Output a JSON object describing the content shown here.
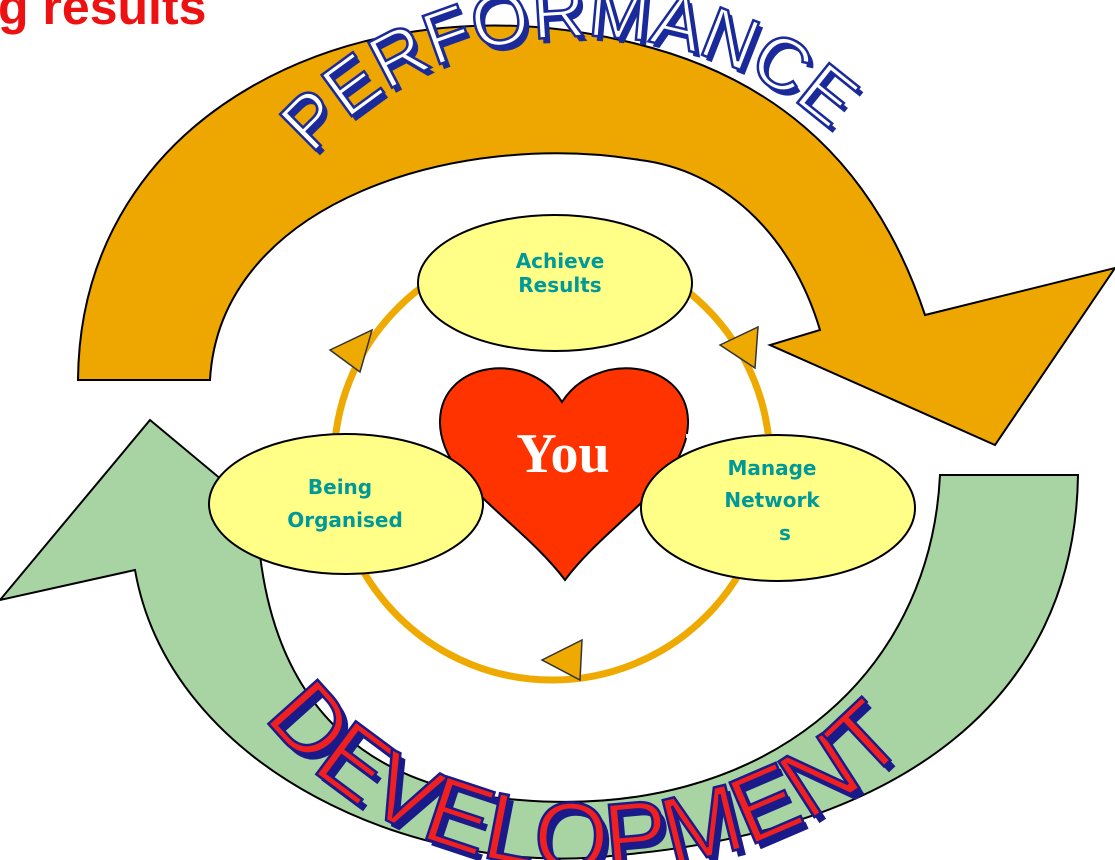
{
  "title": "g results",
  "cycle": {
    "top_arrow_label": "PERFORMANCE",
    "bottom_arrow_label": "DEVELOPMENT",
    "center_label": "You"
  },
  "nodes": {
    "top": {
      "line1": "Achieve",
      "line2": "Results"
    },
    "left": {
      "line1": "Being",
      "line2": "Organised"
    },
    "right": {
      "line1": "Manage",
      "line2": "Network",
      "line3": "s"
    }
  },
  "colors": {
    "title": "#ee1111",
    "performance_arrow": "#eea600",
    "development_arrow": "#a8d4a4",
    "heart": "#ff3300",
    "node_fill": "#ffff88",
    "node_text": "#009999",
    "ring": "#eeaa00",
    "performance_text_fill": "#ffffff",
    "performance_text_stroke": "#1a2a9a",
    "development_text_fill": "#f02020",
    "development_text_stroke": "#1a1a8a"
  }
}
